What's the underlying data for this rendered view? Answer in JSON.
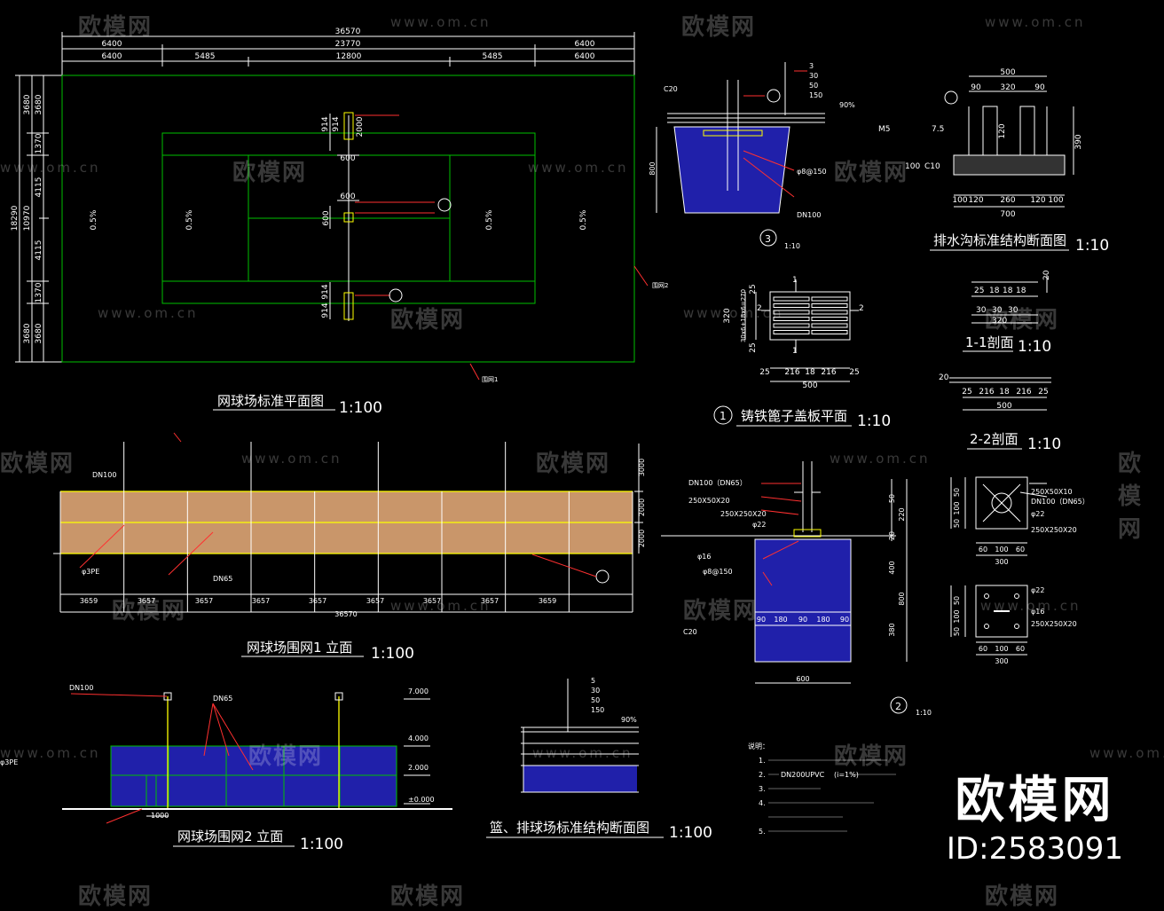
{
  "colors": {
    "background": "#000000",
    "line": "#ffffff",
    "court": "#00c000",
    "accent": "#ffff00",
    "annotation": "#ff3030",
    "net": "#2020aa",
    "fence": "#c9966a"
  },
  "plan": {
    "title": "网球场标准平面图",
    "scale": "1:100",
    "dims_top": [
      "36570",
      "6400",
      "23770",
      "6400",
      "6400",
      "5485",
      "12800",
      "5485",
      "6400"
    ],
    "dims_left": [
      "3680",
      "3680",
      "1370",
      "4115",
      "10970",
      "4115",
      "1370",
      "3680",
      "3680",
      "18290"
    ],
    "slopes": [
      "0.5%",
      "0.5%",
      "0.5%",
      "0.5%"
    ],
    "dims_center": [
      "914",
      "914",
      "2000",
      "600",
      "600",
      "600",
      "914",
      "914"
    ],
    "callouts": [
      "围网2",
      "围网1"
    ]
  },
  "fence1": {
    "title": "网球场围网1 立面",
    "scale": "1:100",
    "labels": [
      "DN100",
      "φ3PE",
      "DN65"
    ],
    "dims_right": [
      "3000",
      "2000",
      "2000"
    ],
    "dims_bottom": [
      "3659",
      "3657",
      "3657",
      "3657",
      "3657",
      "3657",
      "3657",
      "3657",
      "3659"
    ],
    "dim_total": "36570"
  },
  "fence2": {
    "title": "网球场围网2 立面",
    "scale": "1:100",
    "labels": [
      "DN100",
      "DN65",
      "φ3PE"
    ],
    "levels": [
      "7.000",
      "4.000",
      "2.000",
      "±0.000"
    ],
    "dim_entry": "1000"
  },
  "court_section": {
    "title": "篮、排球场标准结构断面图",
    "scale": "1:100",
    "layers": [
      "5",
      "30",
      "50",
      "150",
      "90%"
    ]
  },
  "detail3": {
    "number": "3",
    "scale": "1:10",
    "labels": [
      "C20",
      "φ8@150",
      "DN100"
    ],
    "layers": [
      "3",
      "30",
      "50",
      "150",
      "90%"
    ],
    "dim": "800"
  },
  "drain": {
    "title": "排水沟标准结构断面图",
    "scale": "1:10",
    "dims_top": [
      "500",
      "90",
      "320",
      "90"
    ],
    "dims_bottom": [
      "100",
      "120",
      "260",
      "120",
      "100",
      "700"
    ],
    "dims_side": [
      "120",
      "390"
    ],
    "labels": [
      "M5",
      "7.5",
      "100",
      "C10"
    ]
  },
  "grate": {
    "title": "铸铁篦子盖板平面",
    "number": "1",
    "scale": "1:10",
    "dims_bottom": [
      "25",
      "216",
      "18",
      "216",
      "25",
      "500"
    ],
    "dims_left": [
      "320",
      "30x6+18x6=270",
      "25",
      "25"
    ],
    "marks": [
      "1",
      "1",
      "2",
      "2"
    ]
  },
  "section11": {
    "title": "1-1剖面",
    "scale": "1:10",
    "dims": [
      "25",
      "18",
      "18",
      "18",
      "30",
      "30",
      "30",
      "320",
      "20"
    ]
  },
  "section22": {
    "title": "2-2剖面",
    "scale": "1:10",
    "dims": [
      "25",
      "216",
      "18",
      "216",
      "25",
      "500",
      "20"
    ]
  },
  "detail2": {
    "number": "2",
    "scale": "1:10",
    "labels": [
      "DN100（DN65）",
      "250X50X20",
      "250X250X20",
      "φ22",
      "φ16",
      "φ8@150",
      "C20"
    ],
    "dims_bottom": [
      "90",
      "180",
      "90",
      "180",
      "90",
      "600"
    ],
    "dims_right": [
      "50",
      "220",
      "20",
      "400",
      "800",
      "380"
    ]
  },
  "plate1": {
    "labels": [
      "250X50X10",
      "DN100（DN65）",
      "250X250X20",
      "φ22"
    ],
    "dims": [
      "60",
      "100",
      "60",
      "300",
      "50",
      "100",
      "50"
    ]
  },
  "plate2": {
    "labels": [
      "φ22",
      "φ16",
      "250X250X20"
    ],
    "dims": [
      "60",
      "100",
      "60",
      "300",
      "50",
      "100",
      "50"
    ]
  },
  "notes": {
    "heading": "说明：",
    "items": [
      "1.",
      "2.",
      "DN200UPVC",
      "(i=1%)",
      "3.",
      "4.",
      "5."
    ]
  },
  "watermark": {
    "cn": "欧模网",
    "url": "www.om.cn"
  },
  "brand": {
    "name": "欧模网",
    "id": "ID:2583091"
  }
}
